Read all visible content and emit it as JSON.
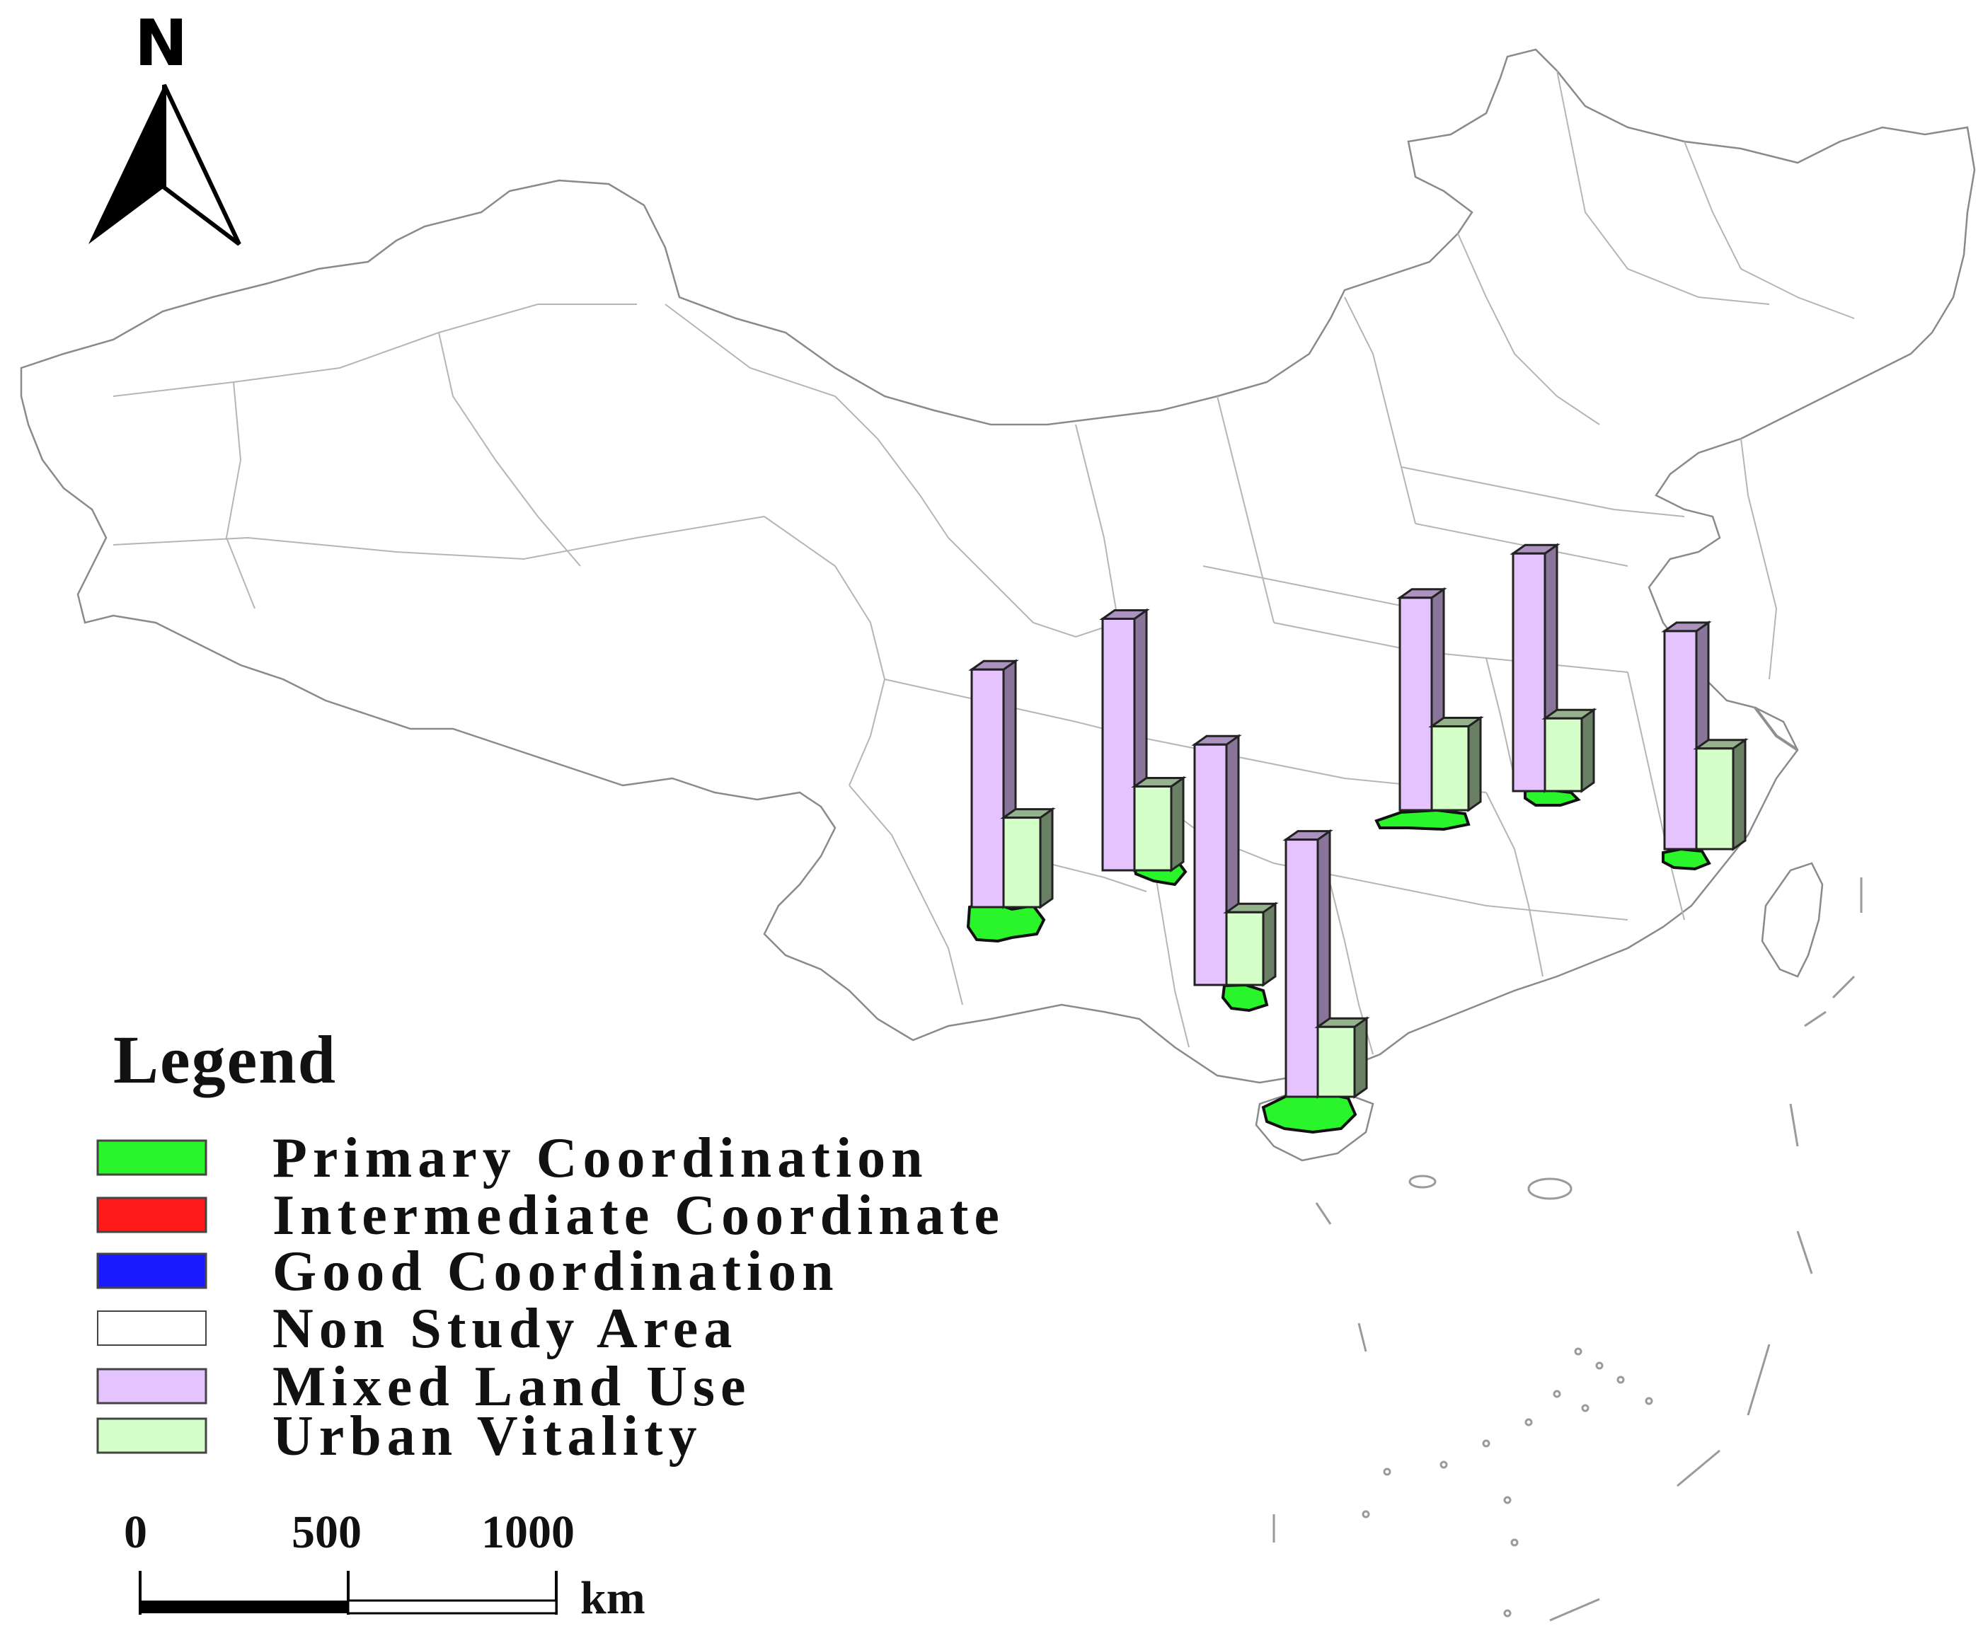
{
  "north_arrow": {
    "label": "N"
  },
  "legend": {
    "title": "Legend",
    "items": [
      {
        "label": "Primary Coordination",
        "color": "#2af52a"
      },
      {
        "label": "Intermediate Coordinate",
        "color": "#ff1a1a"
      },
      {
        "label": "Good Coordination",
        "color": "#1a1aff"
      },
      {
        "label": "Non Study Area",
        "color": "#ffffff"
      },
      {
        "label": "Mixed Land Use",
        "color": "#e5c3ff"
      },
      {
        "label": "Urban Vitality",
        "color": "#d4ffc8"
      }
    ]
  },
  "scale_bar": {
    "ticks": [
      "0",
      "500",
      "1000"
    ],
    "unit": "km"
  },
  "colors": {
    "primary_coordination": "#2af52a",
    "mixed_land_use": "#e5c3ff",
    "urban_vitality": "#d4ffc8",
    "boundary": "#8a8a8a"
  },
  "study_sites": [
    {
      "coordination": "Primary Coordination",
      "mixed_land_use": 0.85,
      "urban_vitality": 0.32
    },
    {
      "coordination": "Primary Coordination",
      "mixed_land_use": 0.9,
      "urban_vitality": 0.3
    },
    {
      "coordination": "Primary Coordination",
      "mixed_land_use": 0.86,
      "urban_vitality": 0.26
    },
    {
      "coordination": "Primary Coordination",
      "mixed_land_use": 0.76,
      "urban_vitality": 0.3
    },
    {
      "coordination": "Primary Coordination",
      "mixed_land_use": 0.85,
      "urban_vitality": 0.26
    },
    {
      "coordination": "Primary Coordination",
      "mixed_land_use": 0.78,
      "urban_vitality": 0.36
    },
    {
      "coordination": "Primary Coordination",
      "mixed_land_use": 0.92,
      "urban_vitality": 0.25
    }
  ]
}
